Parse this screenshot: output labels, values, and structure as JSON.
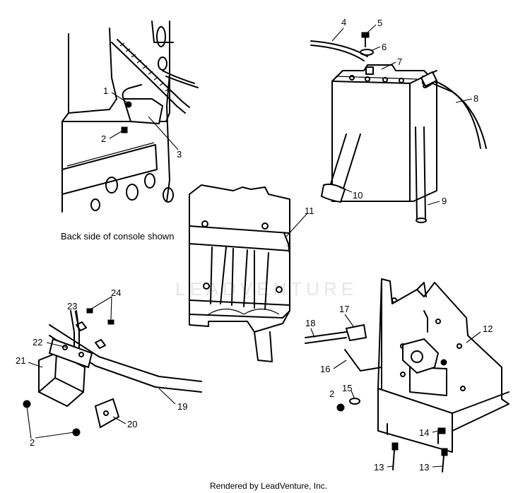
{
  "watermark": "LEADVENTURE",
  "caption": "Back side of console shown",
  "footer": "Rendered by LeadVenture, Inc.",
  "callouts": [
    "1",
    "2",
    "3",
    "4",
    "5",
    "6",
    "7",
    "8",
    "9",
    "10",
    "11",
    "12",
    "13",
    "13",
    "14",
    "15",
    "16",
    "17",
    "18",
    "19",
    "2",
    "2",
    "20",
    "21",
    "22",
    "23",
    "24"
  ]
}
